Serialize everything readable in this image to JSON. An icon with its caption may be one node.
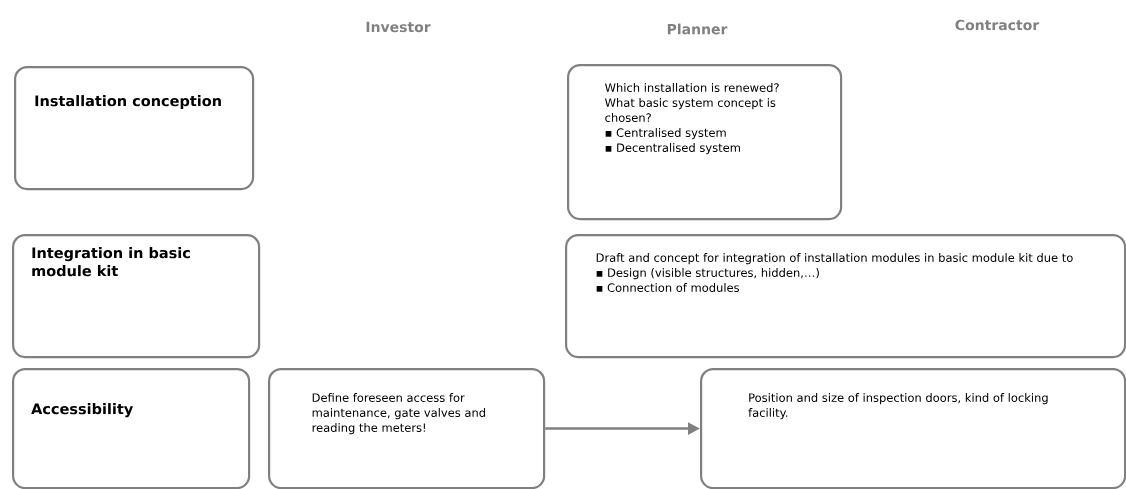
{
  "diagram": {
    "nodes": [
      {
        "text": [
          "Installation conception"
        ]
      },
      {
        "text": [
          "Which installation is renewed?",
          "What basic system concept is chosen?",
          "▪ Centralised system",
          "▪ Decentralised system"
        ]
      },
      {
        "text": [
          "Integration in basic module kit"
        ]
      },
      {
        "text": [
          "Draft and concept for integration of installation modules in basic module kit due to",
          "▪ Design (visible structures, hidden,…)",
          "▪ Connection of modules"
        ]
      },
      {
        "text": [
          "Accessibility"
        ]
      },
      {
        "text": [
          "Define foreseen access for maintenance, gate valves and reading the meters!"
        ]
      },
      {
        "text": [
          "Position and size of inspection doors, kind of locking facility."
        ]
      }
    ],
    "edges": [
      {
        "from": 5,
        "to": 6,
        "arrow": "to"
      }
    ],
    "labels": [
      "Investor",
      "Planner",
      "Contractor"
    ]
  }
}
